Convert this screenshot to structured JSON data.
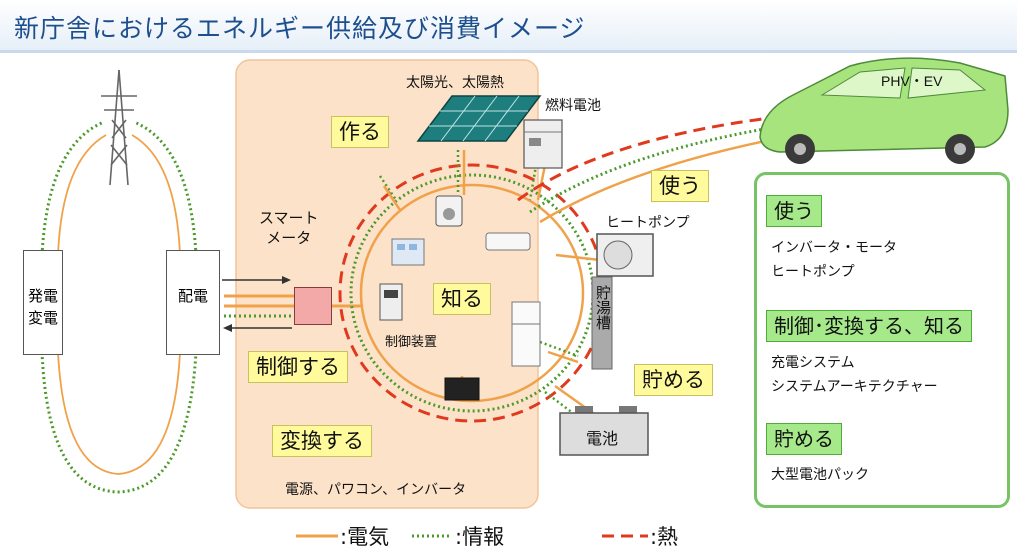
{
  "title": "新庁舎におけるエネルギー供給及び消費イメージ",
  "labels": {
    "generation": "発電\n変電",
    "distribution": "配電",
    "smart_meter": "スマート\nメータ",
    "solar": "太陽光、太陽熱",
    "fuel_cell": "燃料電池",
    "phv_ev": "PHV・EV",
    "heat_pump": "ヒートポンプ",
    "control_device": "制御装置",
    "storage_tank": "貯湯槽",
    "battery": "電池",
    "power_sources": "電源、パワコン、インバータ"
  },
  "categories": {
    "create": "作る",
    "use": "使う",
    "know": "知る",
    "control": "制御する",
    "store": "貯める",
    "convert": "変換する"
  },
  "panel": {
    "use_title": "使う",
    "use_items": [
      "インバータ・モータ",
      "ヒートポンプ"
    ],
    "control_title": "制御･変換する、知る",
    "control_items": [
      "充電システム",
      "システムアーキテクチャー"
    ],
    "store_title": "貯める",
    "store_items": [
      "大型電池パック"
    ]
  },
  "legend": {
    "electricity": ":電気",
    "information": ":情報",
    "heat": ":熱"
  },
  "colors": {
    "electricity": "#f0a24a",
    "information": "#4d9a2b",
    "heat": "#e03a1e",
    "zone_fill": "#fce2c9",
    "title": "#1d4f8e"
  }
}
